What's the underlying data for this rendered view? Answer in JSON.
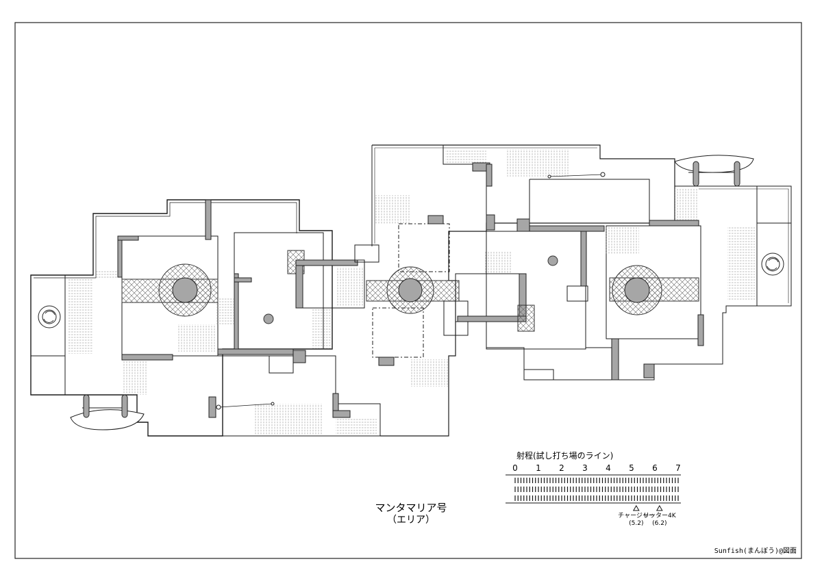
{
  "title": {
    "line1": "マンタマリア号",
    "line2": "（エリア）"
  },
  "range_scale": {
    "heading": "射程(試し打ち場のライン)",
    "ticks": [
      "0",
      "1",
      "2",
      "3",
      "4",
      "5",
      "6",
      "7"
    ],
    "markers": [
      {
        "label": "チャージャー",
        "value_text": "(5.2)",
        "value": 5.2
      },
      {
        "label": "リッター4K",
        "value_text": "(6.2)",
        "value": 6.2
      }
    ]
  },
  "credit": "Sunfish(まんぼう)@図面",
  "colors": {
    "wall": "#a6a6a6",
    "line": "#1a1a1a",
    "pillar": "#a6a6a6",
    "ring_hatch": "#555555"
  },
  "icons": {
    "spawn": "spawn-ring-icon",
    "pillar": "round-pillar-icon",
    "boat": "boat-icon"
  }
}
